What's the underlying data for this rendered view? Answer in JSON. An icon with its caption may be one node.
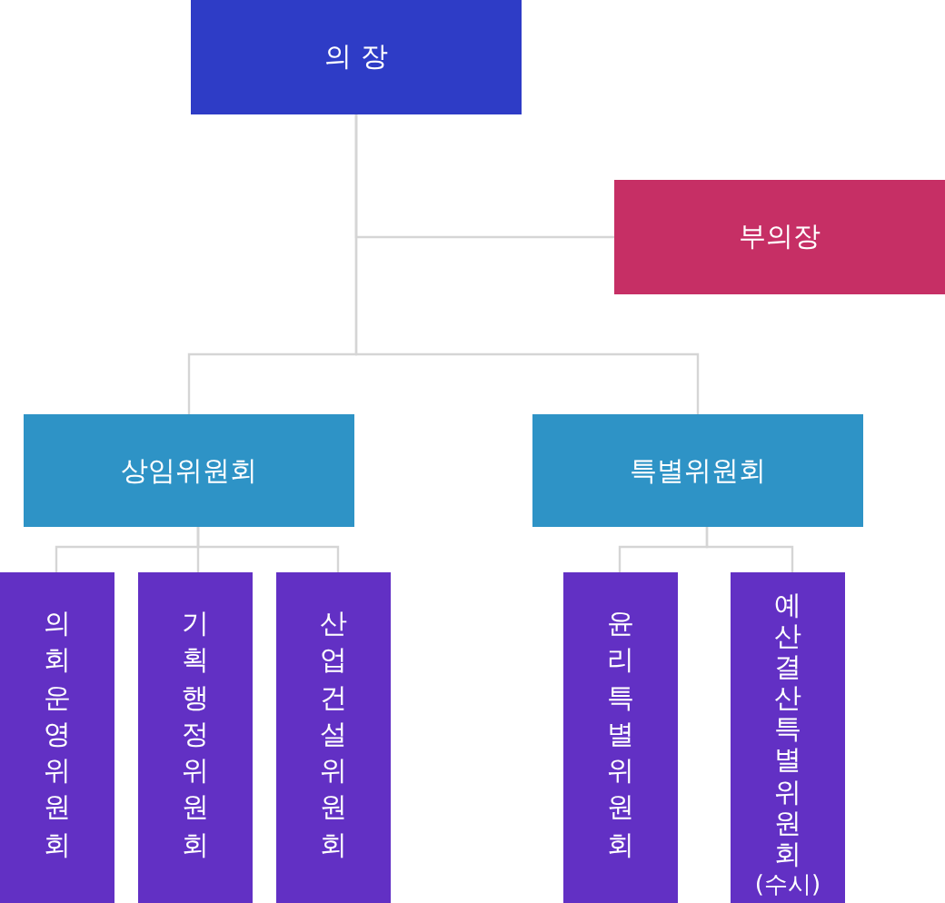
{
  "diagram": {
    "nodes": [
      {
        "text": [
          "의 장"
        ]
      },
      {
        "text": [
          "부의장"
        ]
      },
      {
        "text": [
          "상임위원회"
        ]
      },
      {
        "text": [
          "특별위원회"
        ]
      },
      {
        "text": [
          "의회운영위원회"
        ]
      },
      {
        "text": [
          "기획행정위원회"
        ]
      },
      {
        "text": [
          "산업건설위원회"
        ]
      },
      {
        "text": [
          "윤리특별위원회"
        ]
      },
      {
        "text": [
          "예산결산특별위원회",
          "(수시)"
        ]
      }
    ],
    "edges": [
      {
        "from": 0,
        "to": 1,
        "arrow": "none"
      },
      {
        "from": 0,
        "to": 2,
        "arrow": "none"
      },
      {
        "from": 0,
        "to": 3,
        "arrow": "none"
      },
      {
        "from": 2,
        "to": 4,
        "arrow": "none"
      },
      {
        "from": 2,
        "to": 5,
        "arrow": "none"
      },
      {
        "from": 2,
        "to": 6,
        "arrow": "none"
      },
      {
        "from": 3,
        "to": 7,
        "arrow": "none"
      },
      {
        "from": 3,
        "to": 8,
        "arrow": "none"
      }
    ]
  }
}
